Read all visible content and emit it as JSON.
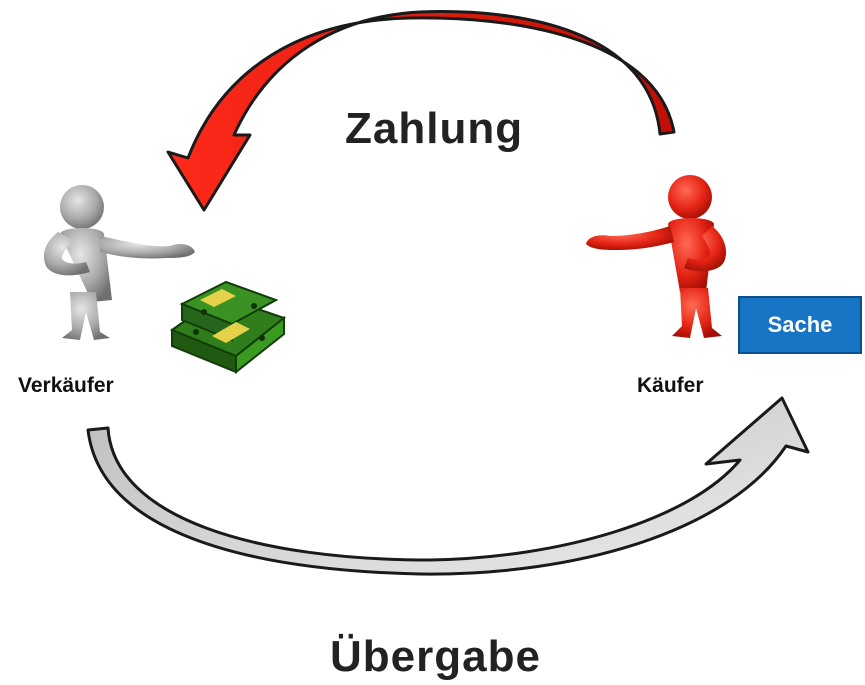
{
  "labels": {
    "payment": "Zahlung",
    "transfer": "Übergabe",
    "seller": "Verkäufer",
    "buyer": "Käufer",
    "item": "Sache"
  },
  "colors": {
    "payment_arrow": "#e41b13",
    "transfer_arrow": "#d4d4d4",
    "seller_figure": "#a8a8a8",
    "buyer_figure": "#e8261a",
    "item_box": "#1874c5",
    "money": "#2f7d1b"
  },
  "icons": {
    "seller": "gray-person-figure",
    "buyer": "red-person-figure",
    "money": "cash-stack-icon"
  }
}
